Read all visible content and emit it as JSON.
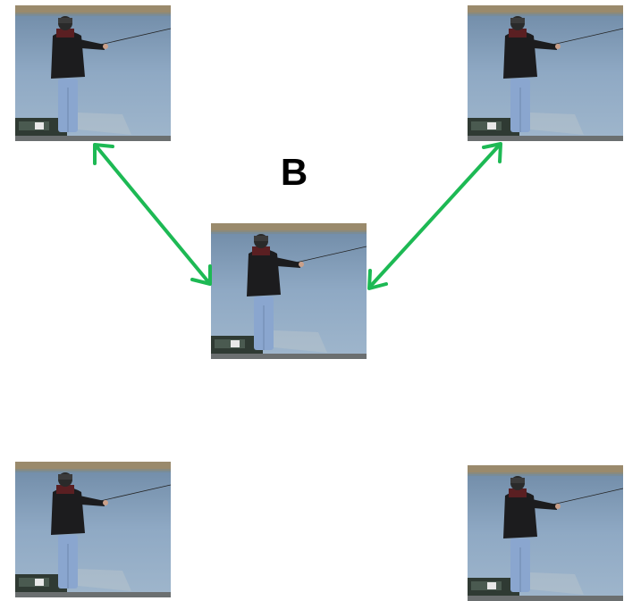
{
  "center_label": "B",
  "colors": {
    "arrow": "#1db954",
    "sky_top": "#6f8aa6",
    "water": "#8fa9c4",
    "shore": "#9a8a6c",
    "jacket": "#1c1c1e",
    "jeans": "#8aa6cf",
    "boat": "#2f3a33"
  },
  "images": [
    {
      "id": "top-left",
      "content": "fisherman-photo"
    },
    {
      "id": "top-right",
      "content": "fisherman-photo"
    },
    {
      "id": "center",
      "content": "fisherman-photo"
    },
    {
      "id": "bottom-left",
      "content": "fisherman-photo"
    },
    {
      "id": "bottom-right",
      "content": "fisherman-photo"
    }
  ],
  "connections": [
    {
      "from": "center",
      "to": "top-left",
      "style": "double-headed-arrow"
    },
    {
      "from": "center",
      "to": "top-right",
      "style": "double-headed-arrow"
    }
  ]
}
